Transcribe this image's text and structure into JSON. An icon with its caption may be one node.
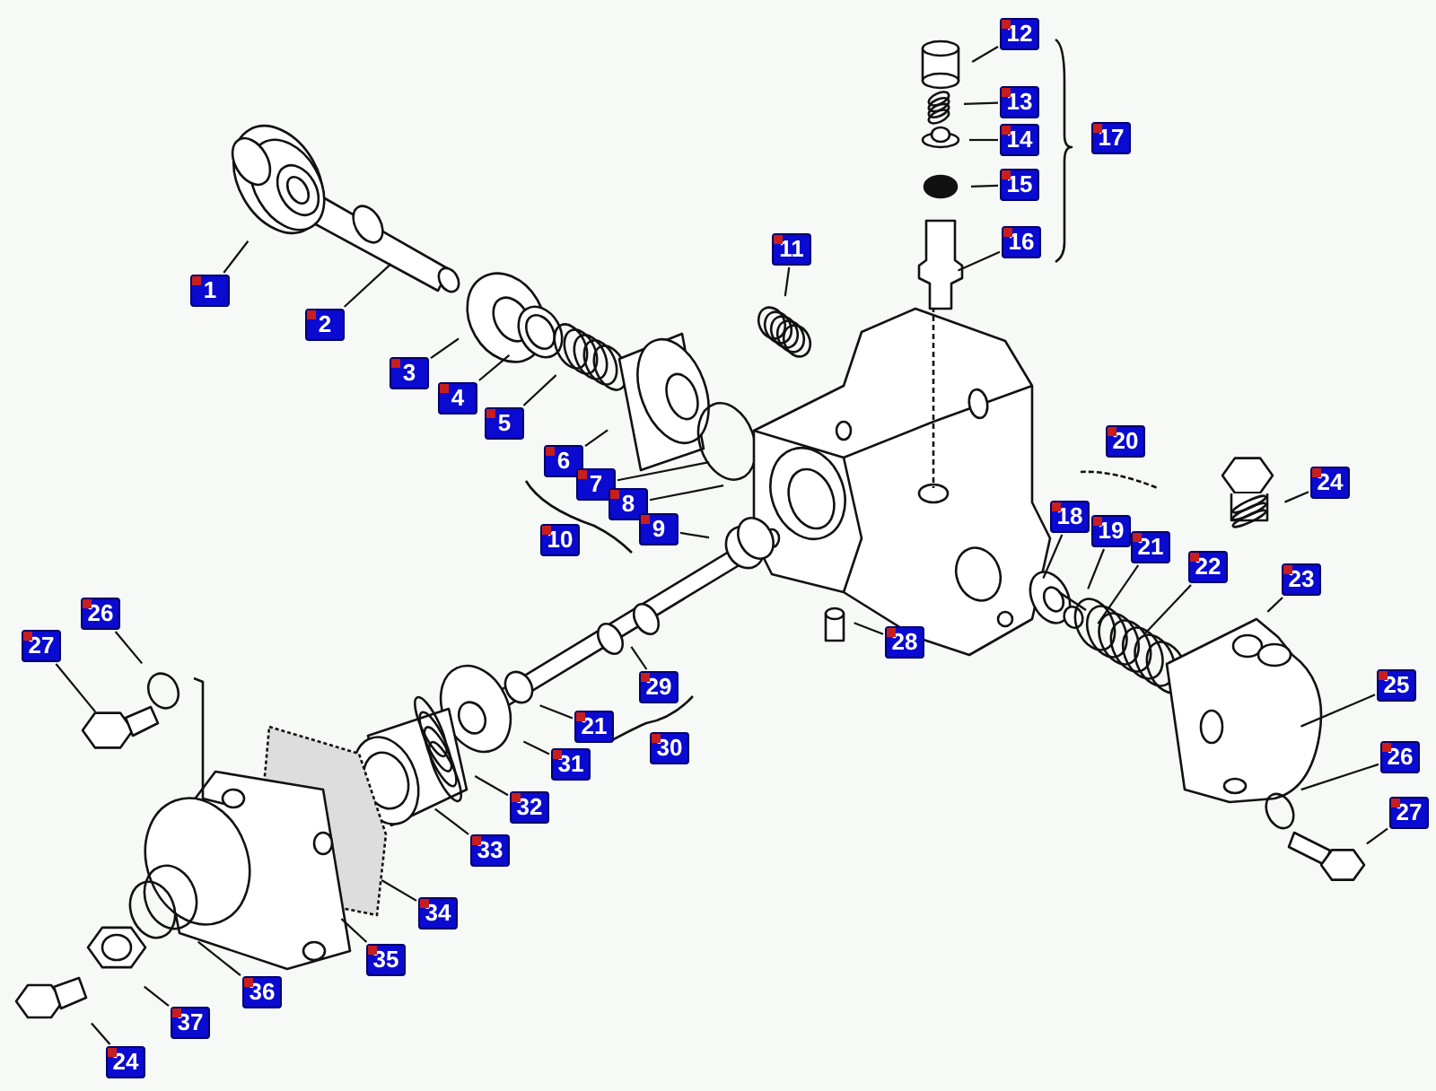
{
  "diagram": {
    "nodes": [
      {
        "text": [
          "1"
        ]
      },
      {
        "text": [
          "2"
        ]
      },
      {
        "text": [
          "3"
        ]
      },
      {
        "text": [
          "4"
        ]
      },
      {
        "text": [
          "5"
        ]
      },
      {
        "text": [
          "6"
        ]
      },
      {
        "text": [
          "7"
        ]
      },
      {
        "text": [
          "8"
        ]
      },
      {
        "text": [
          "9"
        ]
      },
      {
        "text": [
          "10"
        ]
      },
      {
        "text": [
          "11"
        ]
      },
      {
        "text": [
          "12"
        ]
      },
      {
        "text": [
          "13"
        ]
      },
      {
        "text": [
          "14"
        ]
      },
      {
        "text": [
          "15"
        ]
      },
      {
        "text": [
          "16"
        ]
      },
      {
        "text": [
          "17"
        ]
      },
      {
        "text": [
          "18"
        ]
      },
      {
        "text": [
          "19"
        ]
      },
      {
        "text": [
          "20"
        ]
      },
      {
        "text": [
          "21"
        ]
      },
      {
        "text": [
          "22"
        ]
      },
      {
        "text": [
          "23"
        ]
      },
      {
        "text": [
          "24"
        ]
      },
      {
        "text": [
          "25"
        ]
      },
      {
        "text": [
          "26"
        ]
      },
      {
        "text": [
          "27"
        ]
      },
      {
        "text": [
          "28"
        ]
      },
      {
        "text": [
          "29"
        ]
      },
      {
        "text": [
          "30"
        ]
      },
      {
        "text": [
          "21"
        ]
      },
      {
        "text": [
          "31"
        ]
      },
      {
        "text": [
          "32"
        ]
      },
      {
        "text": [
          "33"
        ]
      },
      {
        "text": [
          "34"
        ]
      },
      {
        "text": [
          "35"
        ]
      },
      {
        "text": [
          "36"
        ]
      },
      {
        "text": [
          "37"
        ]
      },
      {
        "text": [
          "24"
        ]
      },
      {
        "text": [
          "26"
        ]
      },
      {
        "text": [
          "27"
        ]
      }
    ],
    "edges": [
      {
        "from": 0,
        "to": null,
        "arrow": "none"
      },
      {
        "from": 1,
        "to": null,
        "arrow": "none"
      },
      {
        "from": 2,
        "to": null,
        "arrow": "none"
      },
      {
        "from": 3,
        "to": null,
        "arrow": "none"
      },
      {
        "from": 4,
        "to": null,
        "arrow": "none"
      },
      {
        "from": 5,
        "to": null,
        "arrow": "none"
      },
      {
        "from": 6,
        "to": null,
        "arrow": "none"
      },
      {
        "from": 7,
        "to": null,
        "arrow": "none"
      },
      {
        "from": 8,
        "to": null,
        "arrow": "none"
      },
      {
        "from": 10,
        "to": null,
        "arrow": "none"
      },
      {
        "from": 11,
        "to": null,
        "arrow": "none"
      },
      {
        "from": 12,
        "to": null,
        "arrow": "none"
      },
      {
        "from": 13,
        "to": null,
        "arrow": "none"
      },
      {
        "from": 14,
        "to": null,
        "arrow": "none"
      },
      {
        "from": 15,
        "to": null,
        "arrow": "none"
      },
      {
        "from": 17,
        "to": null,
        "arrow": "none"
      },
      {
        "from": 18,
        "to": null,
        "arrow": "none"
      },
      {
        "from": 20,
        "to": null,
        "arrow": "none"
      },
      {
        "from": 21,
        "to": null,
        "arrow": "none"
      },
      {
        "from": 22,
        "to": null,
        "arrow": "none"
      },
      {
        "from": 23,
        "to": null,
        "arrow": "none"
      },
      {
        "from": 24,
        "to": null,
        "arrow": "none"
      },
      {
        "from": 25,
        "to": null,
        "arrow": "none"
      },
      {
        "from": 26,
        "to": null,
        "arrow": "none"
      },
      {
        "from": 27,
        "to": null,
        "arrow": "none"
      },
      {
        "from": 28,
        "to": null,
        "arrow": "none"
      },
      {
        "from": 30,
        "to": null,
        "arrow": "none"
      },
      {
        "from": 31,
        "to": null,
        "arrow": "none"
      },
      {
        "from": 32,
        "to": null,
        "arrow": "none"
      },
      {
        "from": 33,
        "to": null,
        "arrow": "none"
      },
      {
        "from": 34,
        "to": null,
        "arrow": "none"
      },
      {
        "from": 35,
        "to": null,
        "arrow": "none"
      },
      {
        "from": 36,
        "to": null,
        "arrow": "none"
      },
      {
        "from": 37,
        "to": null,
        "arrow": "none"
      },
      {
        "from": 38,
        "to": null,
        "arrow": "none"
      },
      {
        "from": 39,
        "to": null,
        "arrow": "none"
      },
      {
        "from": 40,
        "to": null,
        "arrow": "none"
      }
    ]
  }
}
